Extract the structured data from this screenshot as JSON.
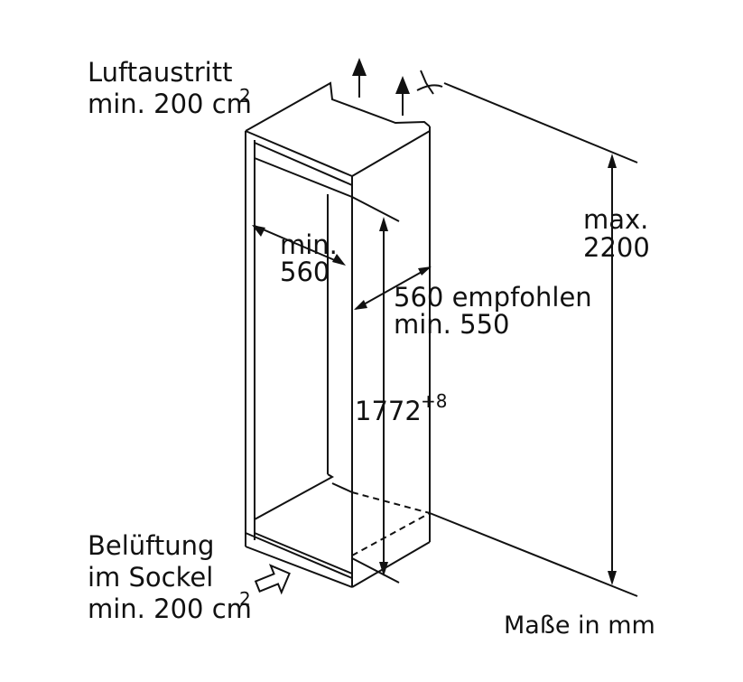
{
  "labels": {
    "air_outlet_title": "Luftaustritt",
    "air_outlet_min": "min. 200 cm",
    "air_outlet_unit_exp": "2",
    "depth_min_line1": "min.",
    "depth_min_line2": "560",
    "width_recommended": "560 empfohlen",
    "width_min": "min. 550",
    "max_label": "max.",
    "max_value": "2200",
    "height_value": "1772",
    "height_tolerance": "+8",
    "ventilation_title": "Belüftung",
    "ventilation_location": "im Sockel",
    "ventilation_min": "min. 200 cm",
    "ventilation_unit_exp": "2",
    "units_note": "Maße in mm"
  },
  "colors": {
    "line": "#111111",
    "background": "#ffffff"
  }
}
